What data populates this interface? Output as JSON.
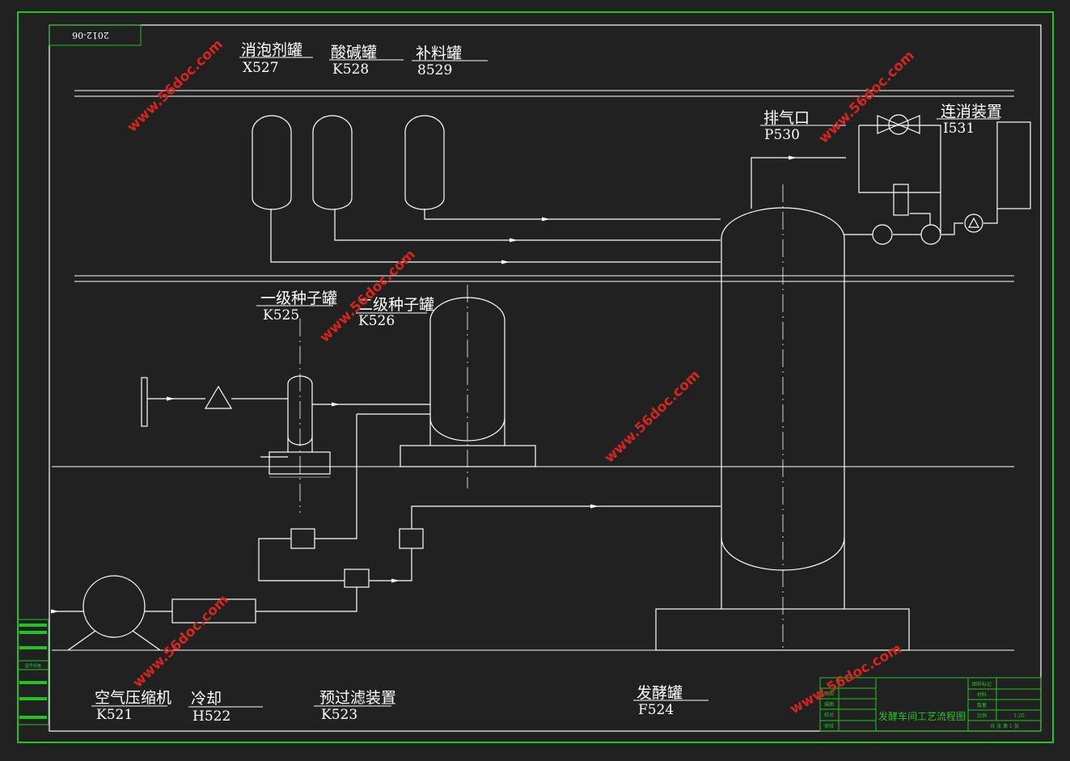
{
  "drawing": {
    "code": "2012-06",
    "colors": {
      "background": "#212121",
      "line": "#ffffff",
      "frame": "#22c422",
      "watermark": "#d2261f"
    }
  },
  "equipment": {
    "antifoam_tank": {
      "name": "消泡剂罐",
      "code": "X527"
    },
    "acid_base_tank": {
      "name": "酸碱罐",
      "code": "K528"
    },
    "feed_tank": {
      "name": "补料罐",
      "code": "8529"
    },
    "exhaust": {
      "name": "排气口",
      "code": "P530"
    },
    "continuous_sterilizer": {
      "name": "连消装置",
      "code": "I531"
    },
    "primary_seed_tank": {
      "name": "一级种子罐",
      "code": "K525"
    },
    "secondary_seed_tank": {
      "name": "二级种子罐",
      "code": "K526"
    },
    "air_compressor": {
      "name": "空气压缩机",
      "code": "K521"
    },
    "cooler": {
      "name": "冷却",
      "code": "H522"
    },
    "prefilter": {
      "name": "预过滤装置",
      "code": "K523"
    },
    "fermenter": {
      "name": "发酵罐",
      "code": "F524"
    }
  },
  "title_block": {
    "title": "发酵车间工艺流程图",
    "left_labels": [
      "制图",
      "描图",
      "校对",
      "审核"
    ],
    "right_labels": [
      "图样标记",
      "材料",
      "数量",
      "比例",
      "共 张 第 1 张"
    ],
    "scale": "1:20"
  },
  "side_strip": {
    "label": "图号规格"
  },
  "watermark": {
    "text": "www.56doc.com"
  }
}
